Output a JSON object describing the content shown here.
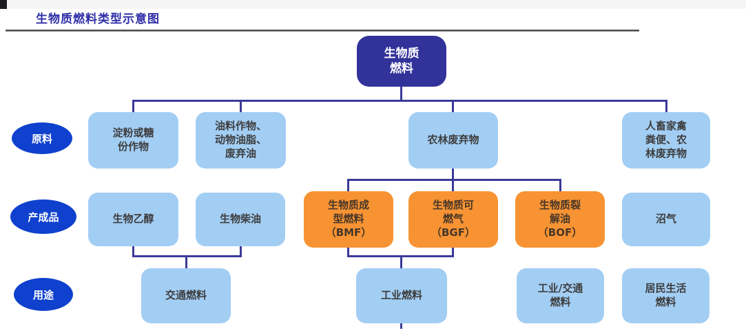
{
  "title": "生物质燃料类型示意图",
  "colors": {
    "title_text": "#2e2ea8",
    "root_fill": "#32329b",
    "category_fill": "#0f41ce",
    "node_fill_blue": "#a3cef4",
    "node_fill_orange": "#f79333",
    "connector": "#3a3a99"
  },
  "root": {
    "label": "生物质燃料",
    "lines": [
      "生物质",
      "燃料"
    ]
  },
  "row_labels": [
    {
      "label": "原料"
    },
    {
      "label": "产成品"
    },
    {
      "label": "用途"
    }
  ],
  "nodes": {
    "raw": [
      {
        "label": "淀粉或糖份作物",
        "lines": [
          "淀粉或糖",
          "份作物"
        ]
      },
      {
        "label": "油料作物、动物油脂、废弃油",
        "lines": [
          "油料作物、",
          "动物油脂、",
          "废弃油"
        ]
      },
      {
        "label": "农林废弃物",
        "lines": [
          "农林废弃物"
        ]
      },
      {
        "label": "人畜家禽粪便、农林废弃物",
        "lines": [
          "人畜家禽",
          "粪便、农",
          "林废弃物"
        ]
      }
    ],
    "products": [
      {
        "label": "生物乙醇",
        "lines": [
          "生物乙醇"
        ]
      },
      {
        "label": "生物柴油",
        "lines": [
          "生物柴油"
        ]
      },
      {
        "label": "生物质成型燃料（BMF）",
        "lines": [
          "生物质成",
          "型燃料",
          "（BMF）"
        ]
      },
      {
        "label": "生物质可燃气（BGF）",
        "lines": [
          "生物质可",
          "燃气",
          "（BGF）"
        ]
      },
      {
        "label": "生物质裂解油（BOF）",
        "lines": [
          "生物质裂",
          "解油",
          "（BOF）"
        ]
      },
      {
        "label": "沼气",
        "lines": [
          "沼气"
        ]
      }
    ],
    "uses": [
      {
        "label": "交通燃料",
        "lines": [
          "交通燃料"
        ]
      },
      {
        "label": "工业燃料",
        "lines": [
          "工业燃料"
        ]
      },
      {
        "label": "工业/交通燃料",
        "lines": [
          "工业/交通",
          "燃料"
        ]
      },
      {
        "label": "居民生活燃料",
        "lines": [
          "居民生活",
          "燃料"
        ]
      }
    ]
  }
}
